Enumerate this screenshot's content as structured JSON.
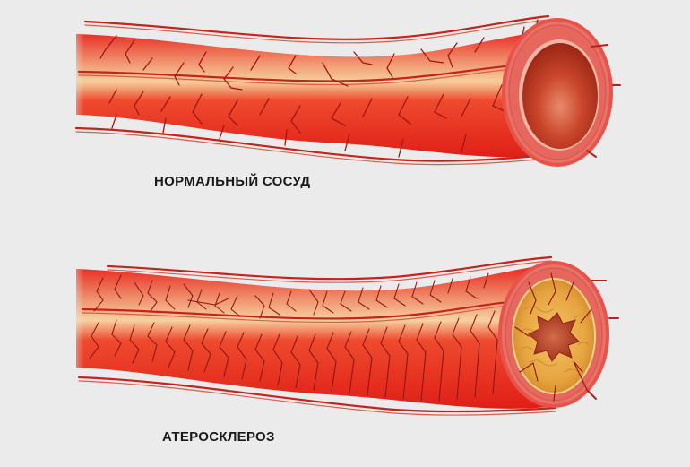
{
  "illustration": {
    "background_color": "#ebebeb",
    "panels": [
      {
        "id": "normal",
        "label": "НОРМАЛЬНЫЙ СОСУД",
        "vessel_state": "normal",
        "colors": {
          "outer_wall": "#e8231b",
          "highlight": "#f6c98e",
          "wall_ring": "#e06a60",
          "lumen": "#b8321c",
          "capillary": "#a31513"
        }
      },
      {
        "id": "atherosclerosis",
        "label": "АТЕРОСКЛЕРОЗ",
        "vessel_state": "plaque-narrowed",
        "colors": {
          "outer_wall": "#e8231b",
          "highlight": "#f6c98e",
          "wall_ring": "#e06a60",
          "plaque": "#e3a23a",
          "lumen": "#b8321c",
          "capillary": "#8c1410"
        }
      }
    ]
  }
}
